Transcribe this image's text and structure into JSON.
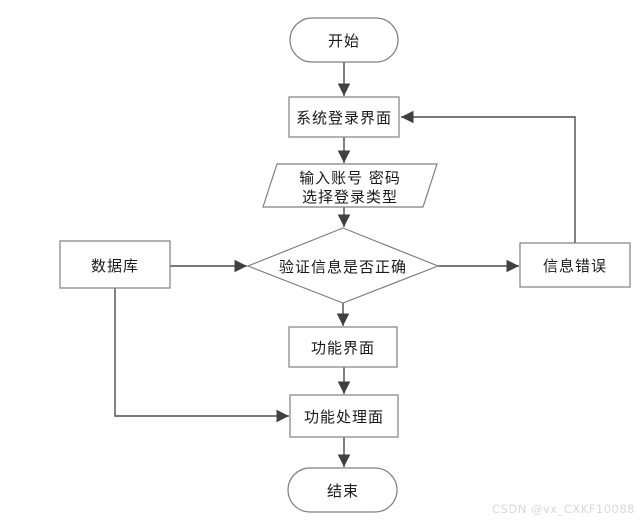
{
  "page": {
    "background": "#ffffff"
  },
  "watermark": {
    "text": "CSDN @vx_CXKF10088",
    "color": "#d8d8d8"
  },
  "diagram": {
    "type": "flowchart",
    "direction": "top-down",
    "colors": {
      "node_fill": "#ffffff",
      "node_border": "#808080",
      "edge_line": "#4d4d4d",
      "arrowhead": "#404040",
      "text": "#1a1a1a"
    },
    "nodes": {
      "start": {
        "shape": "stadium",
        "label": "开始"
      },
      "login": {
        "shape": "rectangle",
        "label": "系统登录界面"
      },
      "input": {
        "shape": "parallelogram",
        "label_line1": "输入账号 密码",
        "label_line2": "选择登录类型"
      },
      "verify": {
        "shape": "diamond",
        "label": "验证信息是否正确"
      },
      "database": {
        "shape": "rectangle",
        "label": "数据库"
      },
      "error": {
        "shape": "rectangle",
        "label": "信息错误"
      },
      "function_ui": {
        "shape": "rectangle",
        "label": "功能界面"
      },
      "process": {
        "shape": "rectangle",
        "label": "功能处理面"
      },
      "end": {
        "shape": "stadium",
        "label": "结束"
      }
    },
    "edges": [
      {
        "from": "start",
        "to": "login"
      },
      {
        "from": "login",
        "to": "input"
      },
      {
        "from": "input",
        "to": "verify"
      },
      {
        "from": "database",
        "to": "verify"
      },
      {
        "from": "verify",
        "to": "error"
      },
      {
        "from": "error",
        "to": "login"
      },
      {
        "from": "verify",
        "to": "function_ui"
      },
      {
        "from": "function_ui",
        "to": "process"
      },
      {
        "from": "database",
        "to": "process"
      },
      {
        "from": "process",
        "to": "end"
      }
    ]
  }
}
